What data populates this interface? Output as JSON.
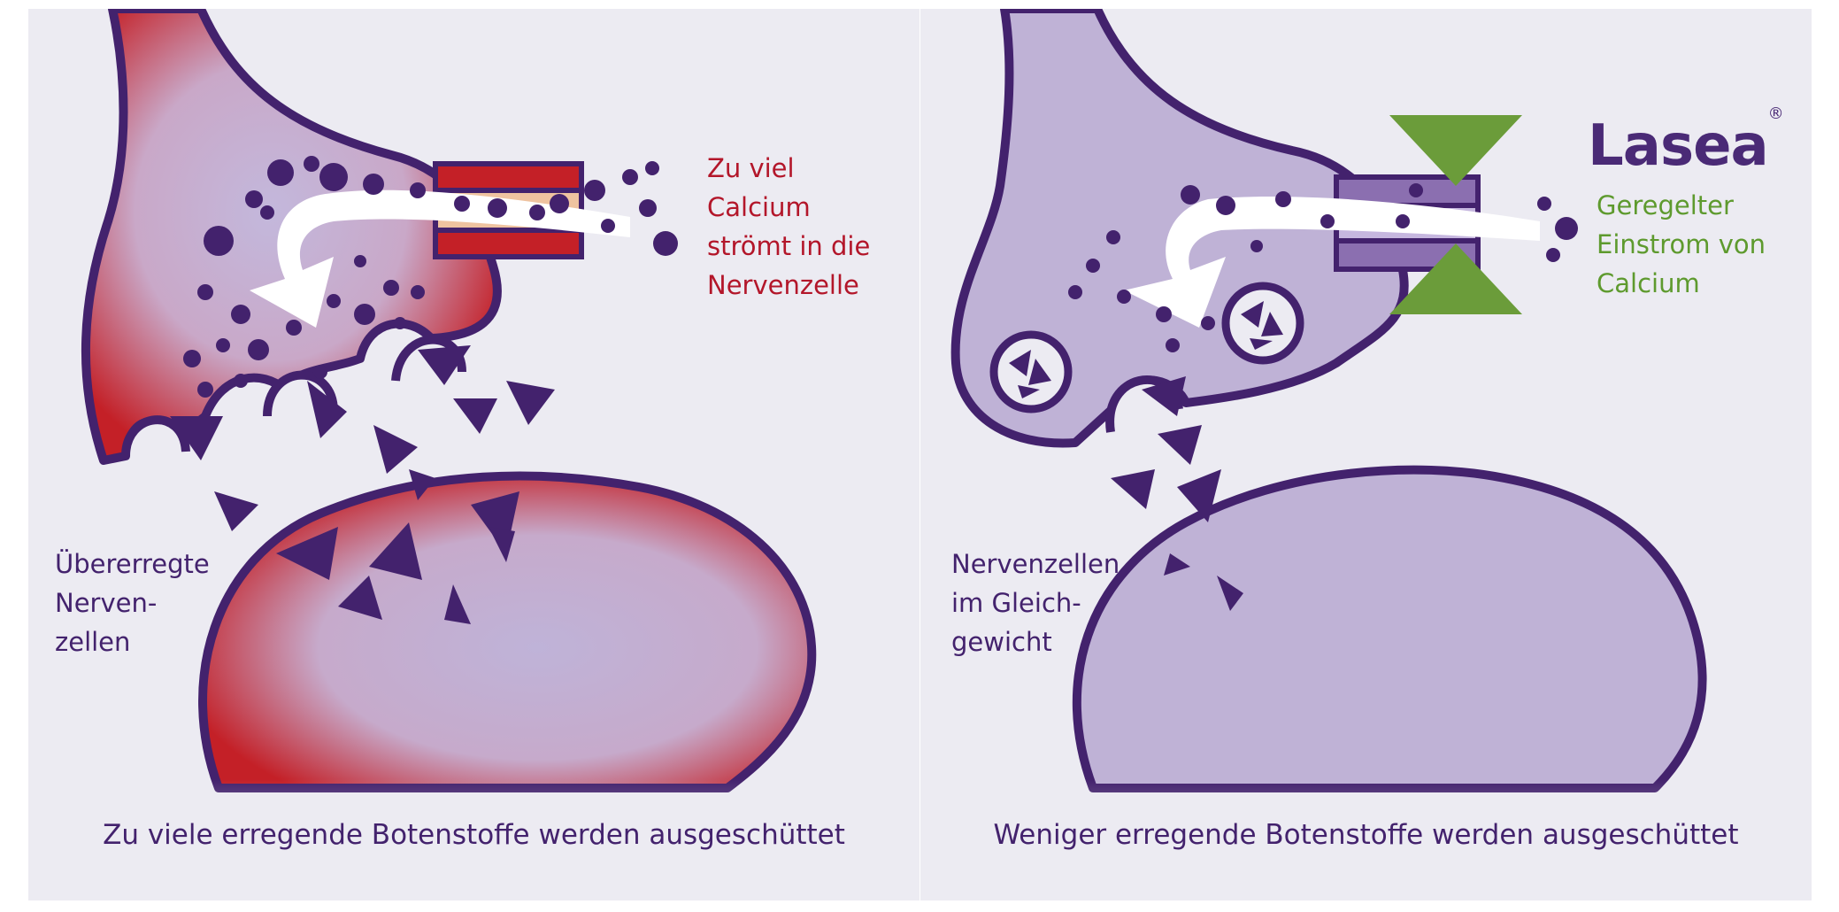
{
  "left_panel": {
    "red_label": "Zu viel\nCalcium\nströmt in die\nNervenzelle",
    "purple_label": "Übererregte\nNerven-\nzellen",
    "caption": "Zu viele erregende Botenstoffe werden ausgeschüttet"
  },
  "right_panel": {
    "logo": "Lasea",
    "logo_mark": "®",
    "green_label": "Geregelter\nEinstrom von\nCalcium",
    "purple_label": "Nervenzellen\nim Gleich-\ngewicht",
    "caption": "Weniger erregende Botenstoffe werden ausgeschüttet"
  },
  "colors": {
    "outline": "#43226d",
    "membrane_fill": "#bfb2d6",
    "overexcited_red": "#c42027",
    "regulator_green": "#6b9c3a",
    "background": "#ecebf2"
  }
}
